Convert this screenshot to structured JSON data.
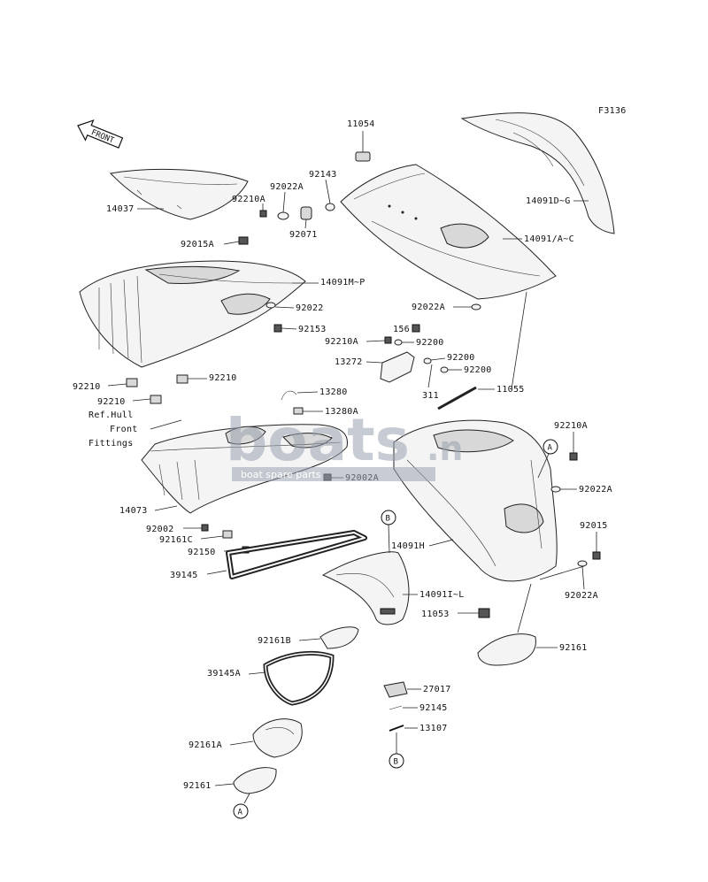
{
  "figure_code": "F3136",
  "front_arrow_label": "FRONT",
  "watermark": {
    "text": "boats",
    "suffix": ".n",
    "sub": "boat spare parts"
  },
  "labels": {
    "p11054": "11054",
    "p92143": "92143",
    "p92022A_1": "92022A",
    "p92210A_1": "92210A",
    "p14037": "14037",
    "p92071": "92071",
    "p14091DG": "14091D~G",
    "p14091AC": "14091/A~C",
    "p92015A": "92015A",
    "p14091MP": "14091M~P",
    "p92022": "92022",
    "p92153": "92153",
    "p92022A_2": "92022A",
    "p156": "156",
    "p92210A_2": "92210A",
    "p92200_1": "92200",
    "p13272": "13272",
    "p92200_2": "92200",
    "p92200_3": "92200",
    "p92210_1": "92210",
    "p92210_2": "92210",
    "p92210_3": "92210",
    "ref_hull_1": "Ref.Hull",
    "ref_hull_2": "Front",
    "ref_hull_3": "Fittings",
    "p13280": "13280",
    "p311": "311",
    "p11055": "11055",
    "p13280A": "13280A",
    "p92210A_3": "92210A",
    "p92002A": "92002A",
    "p92022A_3": "92022A",
    "p14073": "14073",
    "p92002": "92002",
    "p92161C": "92161C",
    "p92150": "92150",
    "p14091H": "14091H",
    "p92015": "92015",
    "p39145": "39145",
    "p14091IL": "14091I~L",
    "p92022A_4": "92022A",
    "p11053": "11053",
    "p92161B": "92161B",
    "p92161_1": "92161",
    "p39145A": "39145A",
    "p27017": "27017",
    "p92145": "92145",
    "p13107": "13107",
    "p92161A": "92161A",
    "p92161_2": "92161",
    "ref_A": "A",
    "ref_B": "B"
  }
}
